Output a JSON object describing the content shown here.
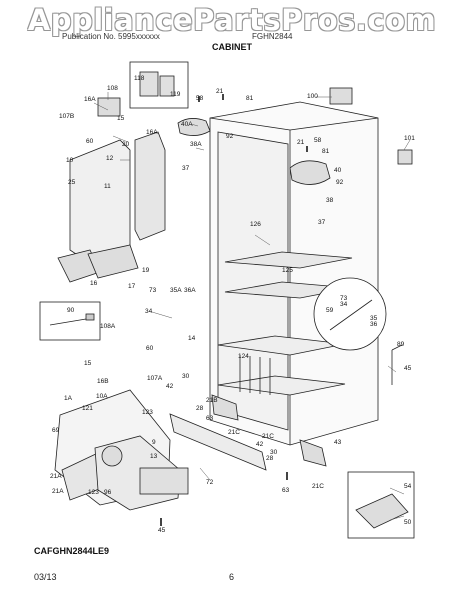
{
  "watermark": "AppliancePartsPros.com",
  "header": {
    "left": "Publication No. 5995xxxxxx",
    "right": "FGHN2844"
  },
  "title": "CABINET",
  "model": "CAFGHN2844LE9",
  "footer": {
    "date": "03/13",
    "page": "6"
  },
  "callouts": {
    "c118": "118",
    "c119": "119",
    "c108": "108",
    "c16a_1": "16A",
    "c107b": "107B",
    "c15": "15",
    "c16a_2": "16A",
    "c60": "60",
    "c20": "20",
    "c12": "12",
    "c10": "10",
    "c25": "25",
    "c11": "11",
    "c19": "19",
    "c16": "16",
    "c17": "17",
    "c58_1": "58",
    "c21_1": "21",
    "c81_1": "81",
    "c40a": "40A",
    "c92_1": "92",
    "c38a": "38A",
    "c37_1": "37",
    "c100": "100",
    "c101": "101",
    "c58_2": "58",
    "c21_2": "21",
    "c81_2": "81",
    "c40": "40",
    "c92_2": "92",
    "c38": "38",
    "c37_2": "37",
    "c126": "126",
    "c125": "125",
    "c73_1": "73",
    "c35a": "35A",
    "c36a": "36A",
    "c34_1": "34",
    "c14": "14",
    "c90": "90",
    "c108a": "108A",
    "c60_2": "60",
    "c15_2": "15",
    "c16b": "16B",
    "c107a": "107A",
    "c30_1": "30",
    "c42_1": "42",
    "c21b": "21B",
    "c28_1": "28",
    "c63_1": "63",
    "c21c_1": "21C",
    "c73_2": "73",
    "c34_2": "34",
    "c59": "59",
    "c35": "35",
    "c36": "36",
    "c89": "89",
    "c45_1": "45",
    "c124": "124",
    "c1a": "1A",
    "c10a": "10A",
    "c121": "121",
    "c69": "69",
    "c123_1": "123",
    "c9": "9",
    "c21a_1": "21A",
    "c21a_2": "21A",
    "c123_2": "123",
    "c96": "96",
    "c13": "13",
    "c72": "72",
    "c45_2": "45",
    "c21c_2": "21C",
    "c42_2": "42",
    "c30_2": "30",
    "c28_2": "28",
    "c43": "43",
    "c63_2": "63",
    "c21c_3": "21C",
    "c54": "54",
    "c50": "50"
  }
}
